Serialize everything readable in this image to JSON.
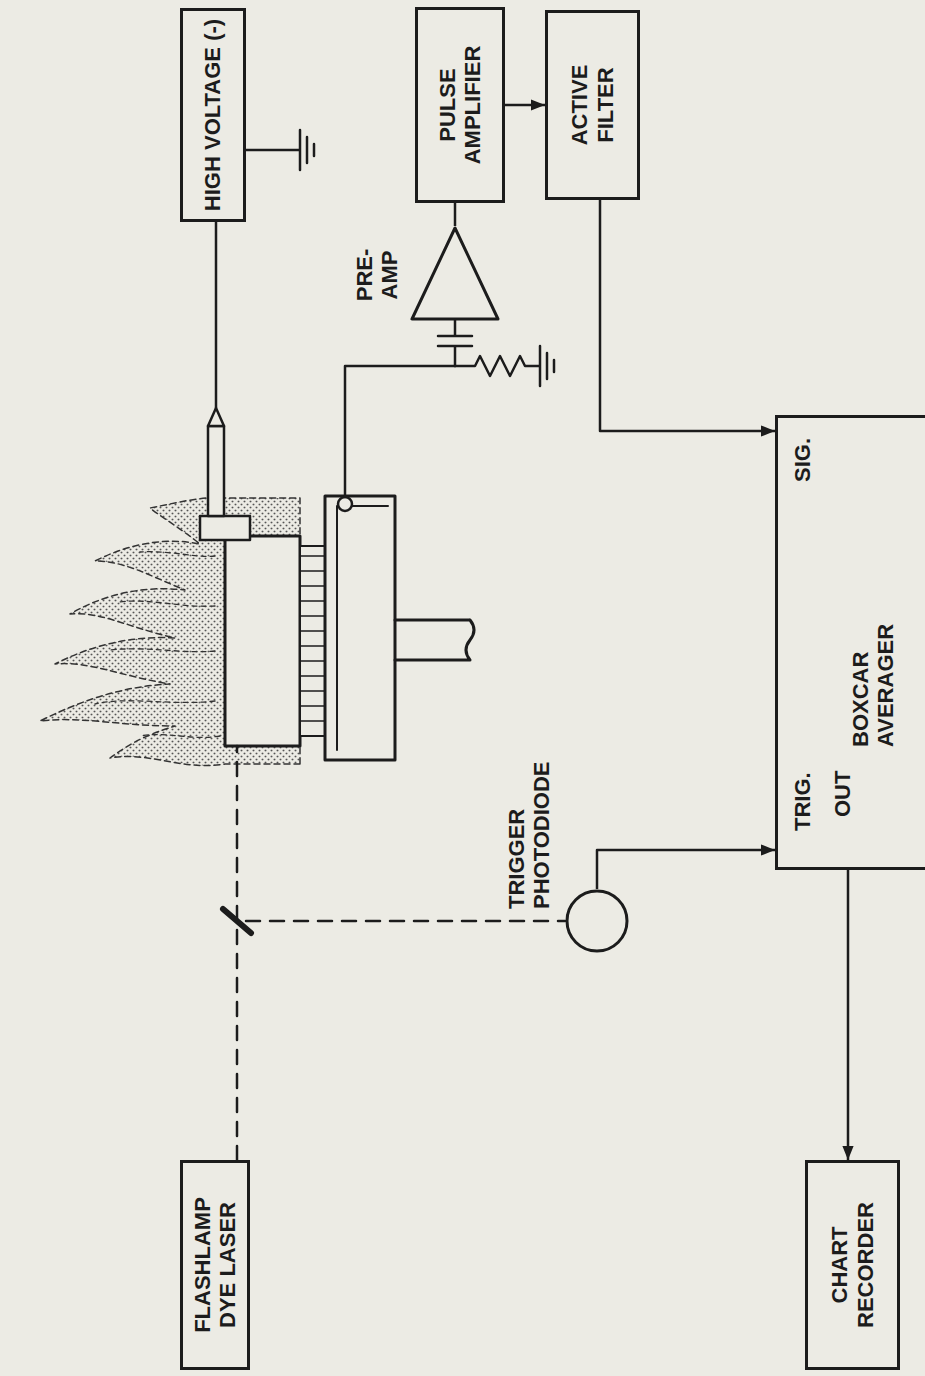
{
  "diagram": {
    "nodes": [
      {
        "text": [
          "HIGH VOLTAGE (-)"
        ]
      },
      {
        "text": [
          "PULSE AMPLIFIER"
        ]
      },
      {
        "text": [
          "ACTIVE FILTER"
        ]
      },
      {
        "text": [
          "PRE-AMP"
        ]
      },
      {
        "text": [
          "FLASHLAMP DYE LASER"
        ]
      },
      {
        "text": [
          "TRIGGER PHOTODIODE"
        ]
      },
      {
        "text": [
          "BOXCAR AVERAGER",
          "SIG.",
          "TRIG.",
          "OUT"
        ]
      },
      {
        "text": [
          "CHART RECORDER"
        ]
      }
    ],
    "edges": [
      {
        "from": 3,
        "to": 1,
        "arrow": "none"
      },
      {
        "from": 1,
        "to": 2,
        "arrow": "to"
      },
      {
        "from": 2,
        "to": 6,
        "arrow": "to"
      },
      {
        "from": 5,
        "to": 6,
        "arrow": "to"
      },
      {
        "from": 6,
        "to": 7,
        "arrow": "to"
      }
    ]
  }
}
